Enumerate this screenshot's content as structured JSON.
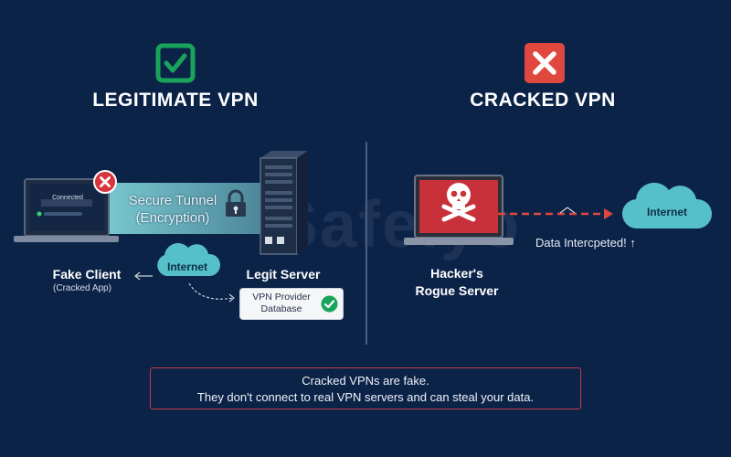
{
  "legit": {
    "title": "LEGITIMATE VPN",
    "laptop_status": "Connected",
    "tunnel_line1": "Secure Tunnel",
    "tunnel_line2": "(Encryption)",
    "cloud_label": "Internet",
    "client_label": "Fake Client",
    "client_sublabel": "(Cracked App)",
    "server_label": "Legit Server",
    "db_line1": "VPN Provider",
    "db_line2": "Database"
  },
  "cracked": {
    "title": "CRACKED VPN",
    "cloud_label": "Internet",
    "intercept_label": "Data Intercpeted! ↑",
    "server_line1": "Hacker's",
    "server_line2": "Rogue Server"
  },
  "note": {
    "line1": "Cracked VPNs are fake.",
    "line2": "They don't connect to real VPN servers and can steal your data."
  },
  "watermark": "Safelyo",
  "colors": {
    "background": "#0c2348",
    "success": "#1aa35a",
    "danger": "#e0473e",
    "tunnel": "#7fd3d8",
    "cloud": "#56c0c8"
  }
}
